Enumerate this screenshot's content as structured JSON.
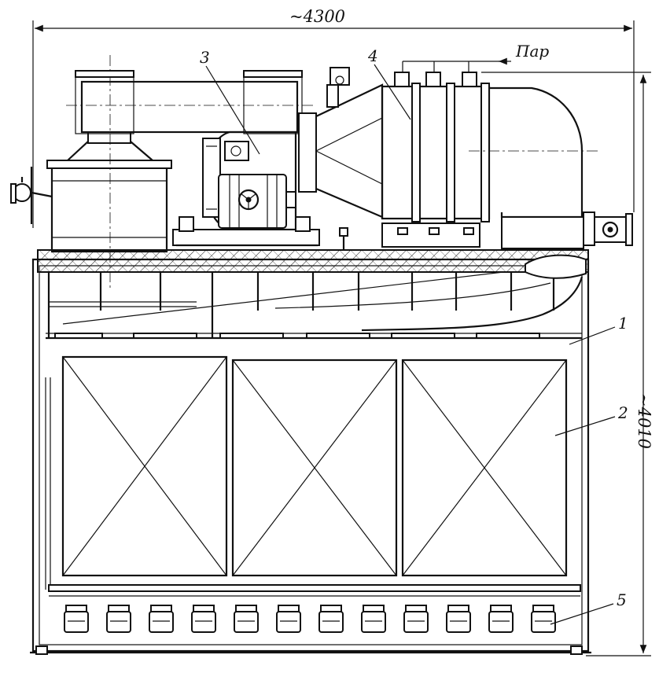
{
  "dimensions": {
    "overall_width": "~4300",
    "overall_height": "~4010"
  },
  "inlet": {
    "steam_label": "Пар"
  },
  "callouts": [
    {
      "id": "1",
      "text": "1"
    },
    {
      "id": "2",
      "text": "2"
    },
    {
      "id": "3",
      "text": "3"
    },
    {
      "id": "4",
      "text": "4"
    },
    {
      "id": "5",
      "text": "5"
    }
  ],
  "colors": {
    "ink": "#111111",
    "paper": "#ffffff"
  }
}
